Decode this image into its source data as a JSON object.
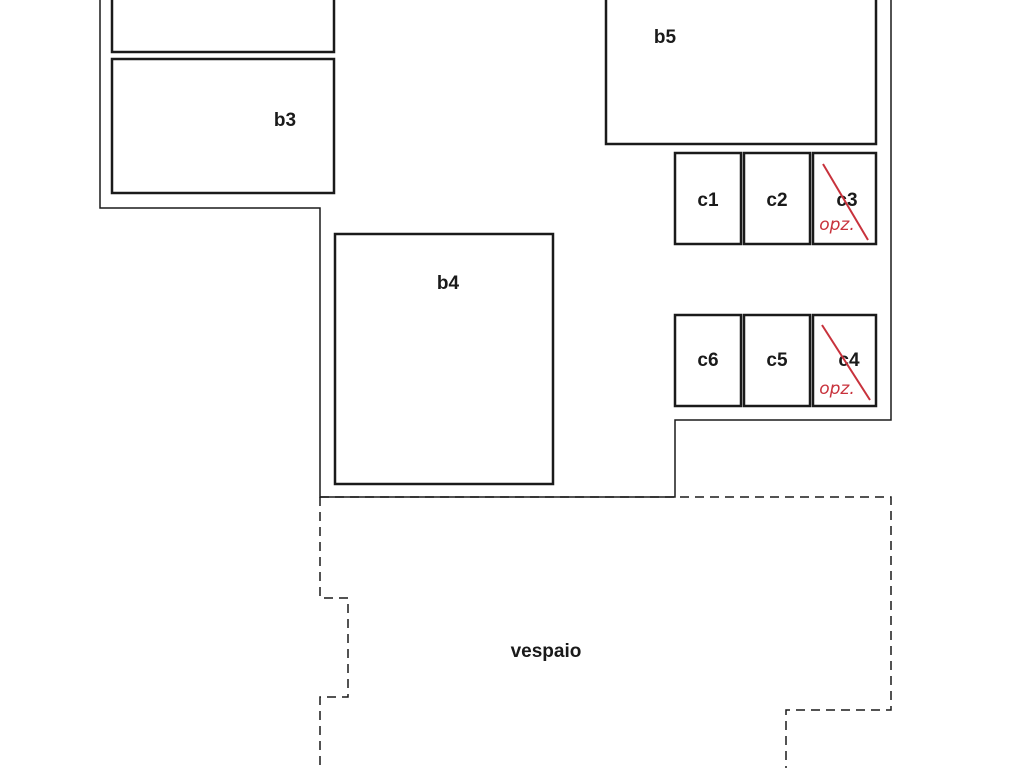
{
  "rooms": {
    "b2": {
      "label": ""
    },
    "b3": {
      "label": "b3"
    },
    "b4": {
      "label": "b4"
    },
    "b5": {
      "label": "b5"
    },
    "c1": {
      "label": "c1"
    },
    "c2": {
      "label": "c2"
    },
    "c3": {
      "label": "c3",
      "note": "opz.",
      "crossed": true
    },
    "c4": {
      "label": "c4",
      "note": "opz.",
      "crossed": true
    },
    "c5": {
      "label": "c5"
    },
    "c6": {
      "label": "c6"
    },
    "vespaio": {
      "label": "vespaio"
    }
  },
  "colors": {
    "line": "#1a1a1a",
    "annotation": "#c8323c"
  }
}
